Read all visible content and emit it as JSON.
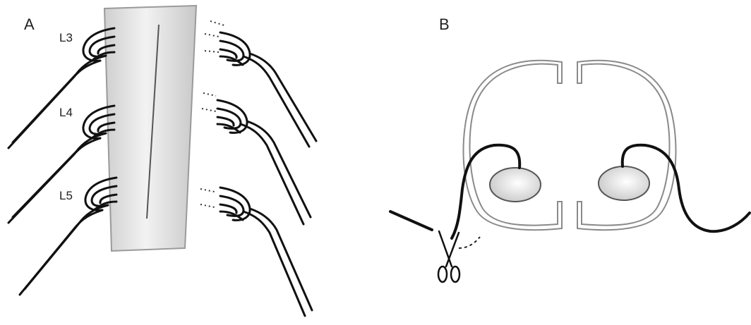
{
  "panels": {
    "a": {
      "letter": "A",
      "levels": [
        "L3",
        "L4",
        "L5"
      ]
    },
    "b": {
      "letter": "B"
    }
  },
  "colors": {
    "stroke": "#111111",
    "plate_fill": "#dedede",
    "cord_outline": "#8a8a8a",
    "ganglion_fill": "#dadada"
  },
  "icons": [
    "scissors-icon"
  ]
}
